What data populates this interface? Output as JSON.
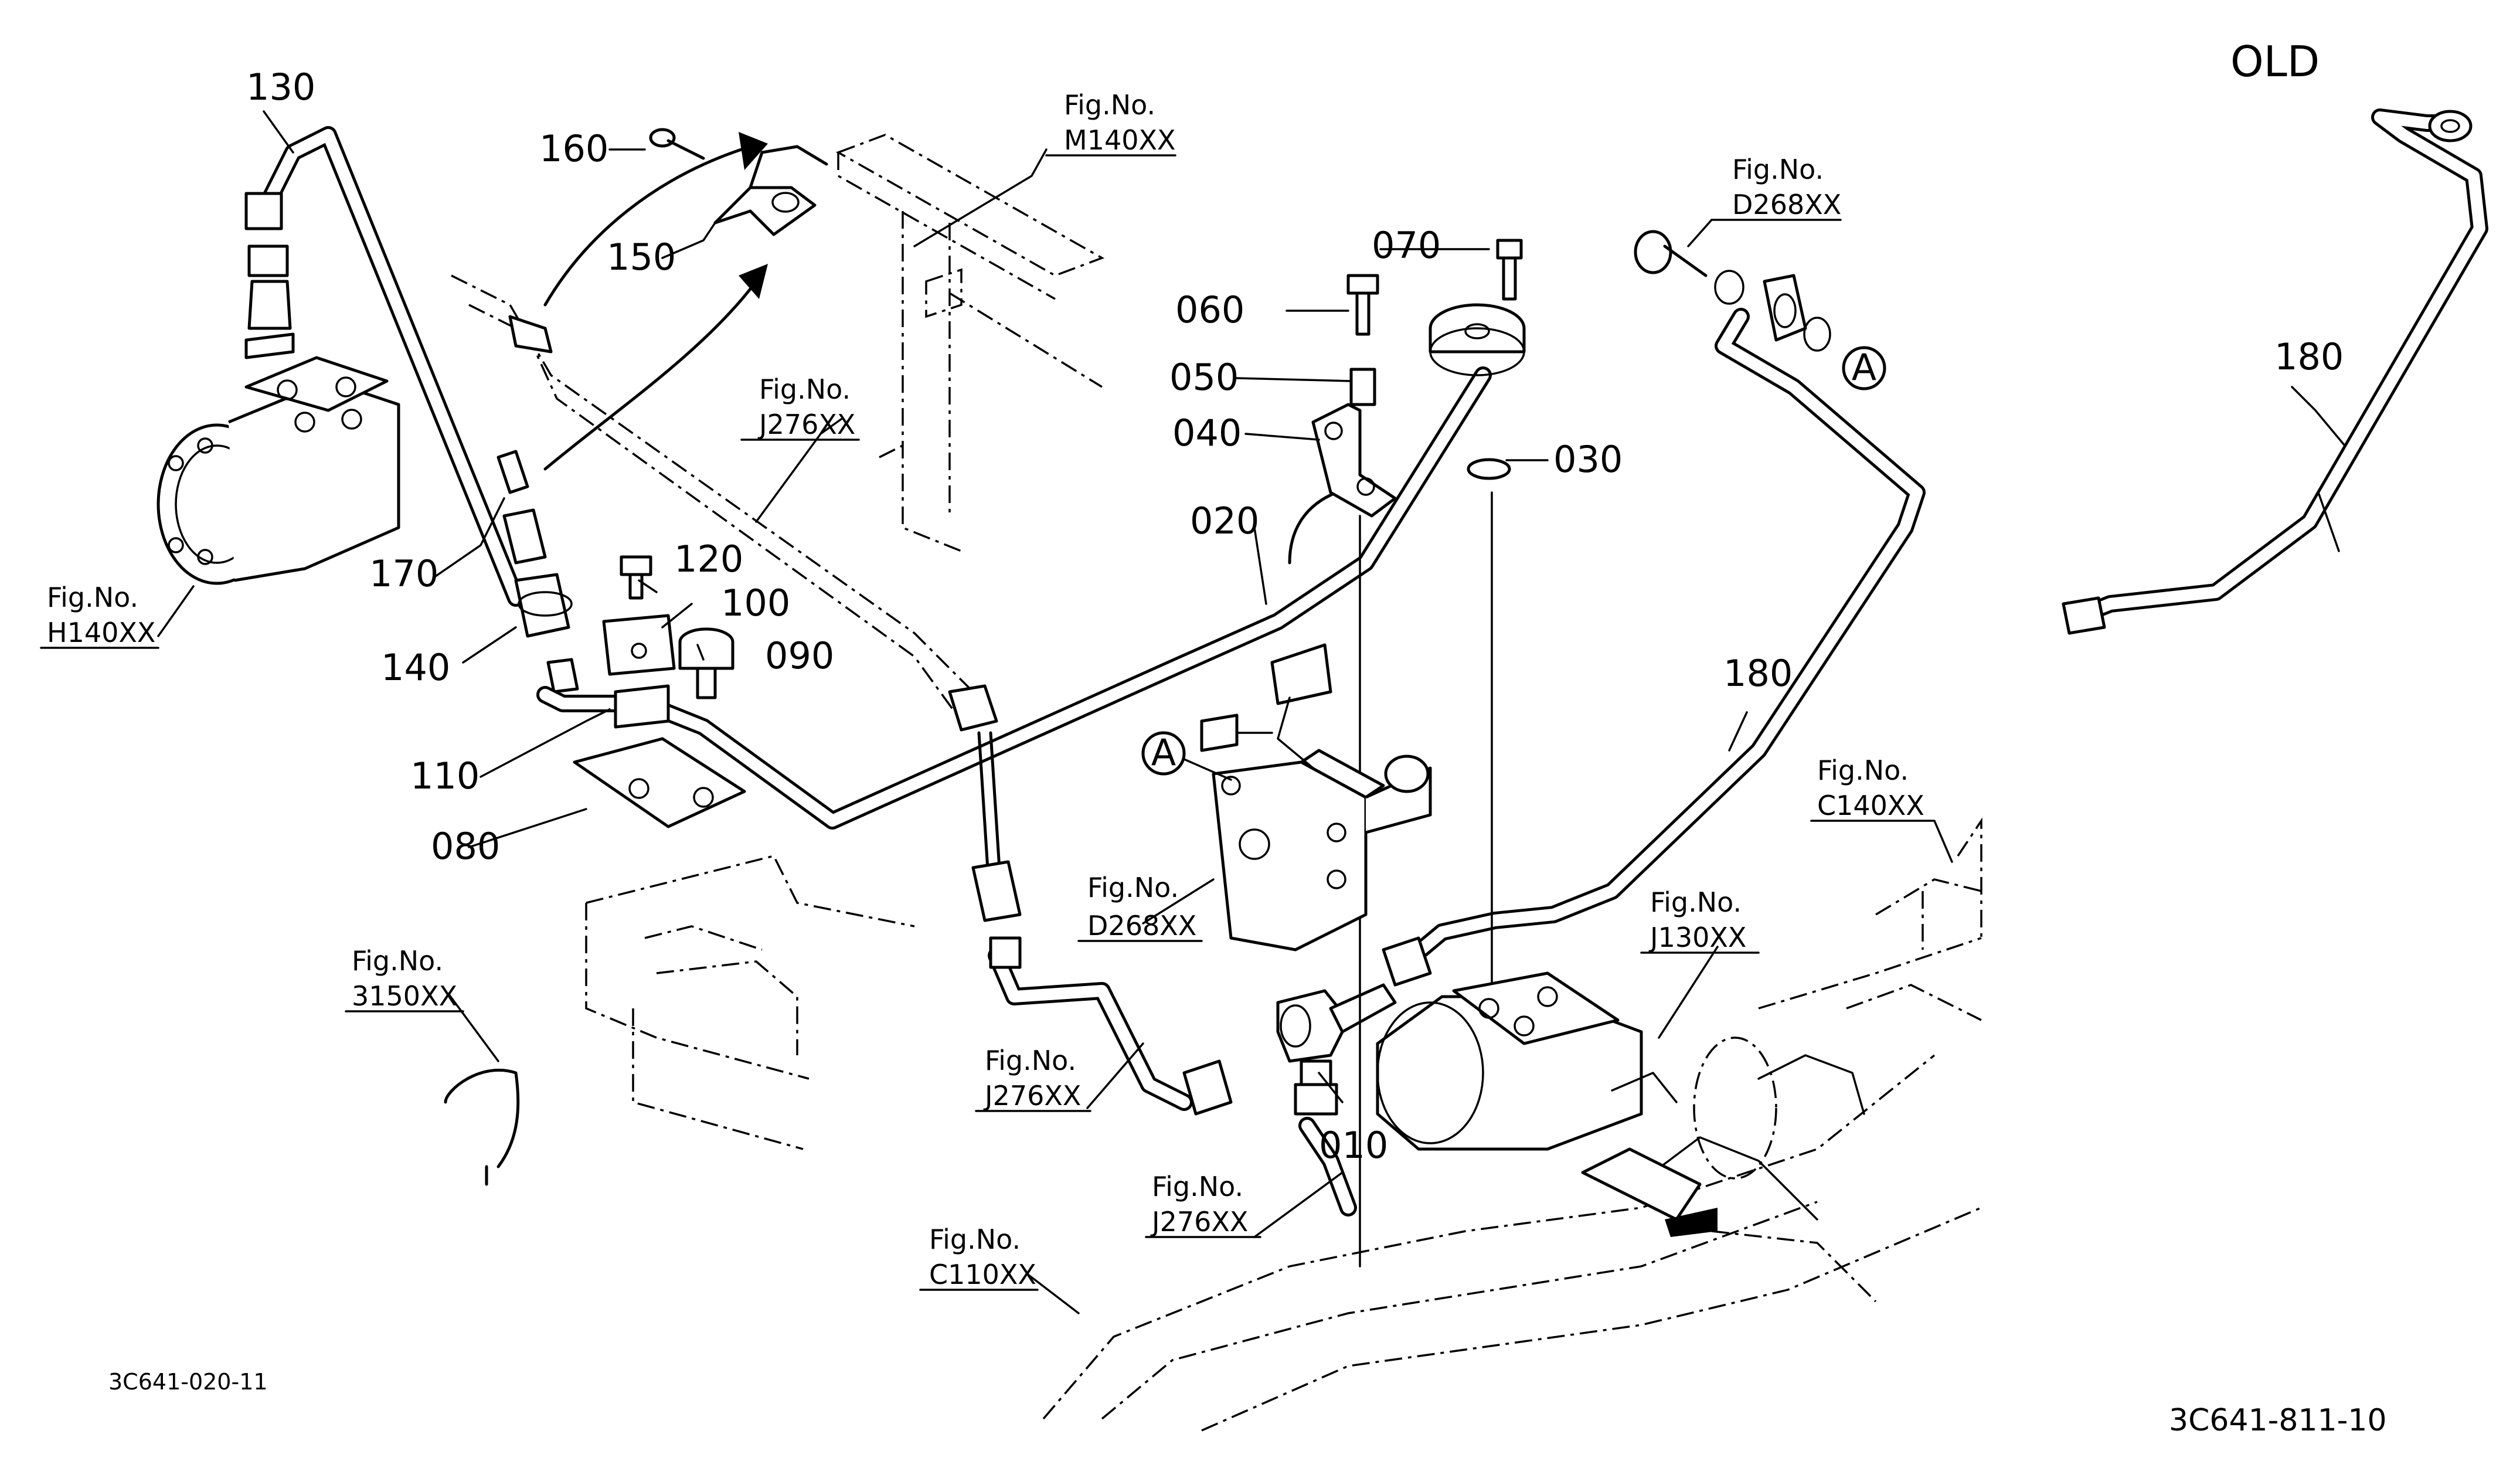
{
  "labels": {
    "title_old": "OLD",
    "code_left": "3C641-020-11",
    "code_right": "3C641-811-10",
    "callout_a": "A",
    "fig_no": "Fig.No."
  },
  "parts": {
    "p010": "010",
    "p020": "020",
    "p030": "030",
    "p040": "040",
    "p050": "050",
    "p060": "060",
    "p070": "070",
    "p080": "080",
    "p090": "090",
    "p100": "100",
    "p110": "110",
    "p120": "120",
    "p130": "130",
    "p140": "140",
    "p150": "150",
    "p160": "160",
    "p170": "170",
    "p180": "180"
  },
  "figure_refs": {
    "m140": "M140XX",
    "d268_top": "D268XX",
    "j276_top": "J276XX",
    "h140": "H140XX",
    "c140": "C140XX",
    "j130": "J130XX",
    "d268_mid": "D268XX",
    "f3150": "3150XX",
    "j276_mid": "J276XX",
    "j276_low": "J276XX",
    "c110": "C110XX"
  }
}
